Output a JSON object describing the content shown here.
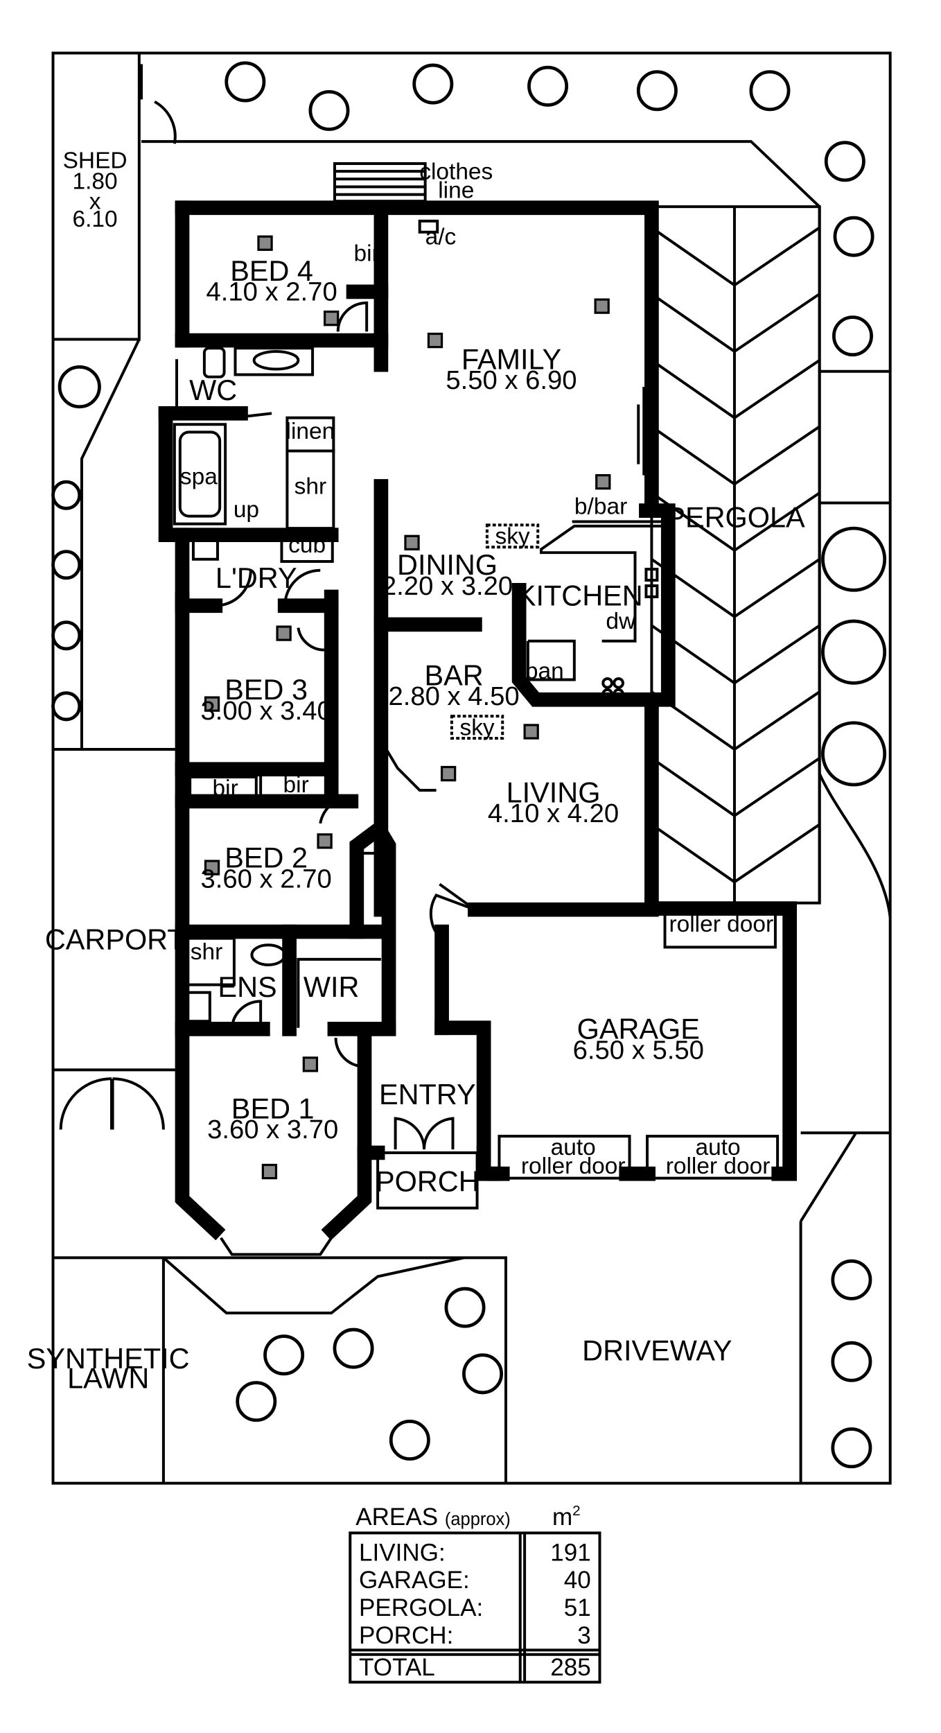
{
  "rooms": {
    "shed": {
      "name": "SHED",
      "dim_a": "1.80",
      "x": "x",
      "dim_b": "6.10"
    },
    "clothes_line": {
      "line1": "clothes",
      "line2": "line"
    },
    "ac": "a/c",
    "bed4": {
      "name": "BED 4",
      "dims": "4.10 x 2.70"
    },
    "bir": "bir",
    "family": {
      "name": "FAMILY",
      "dims": "5.50 x 6.90"
    },
    "wc": "WC",
    "linen": "linen",
    "spa": "spa",
    "up": "up",
    "shr": "shr",
    "cub": "cub",
    "bbar": "b/bar",
    "sky": "sky",
    "pergola": "PERGOLA",
    "dining": {
      "name": "DINING",
      "dims": "2.20 x 3.20"
    },
    "kitchen": "KITCHEN",
    "dw": "dw",
    "pan": "pan",
    "ldry": "L'DRY",
    "bed3": {
      "name": "BED 3",
      "dims": "3.00 x 3.40"
    },
    "bar": {
      "name": "BAR",
      "dims": "2.80 x 4.50"
    },
    "living": {
      "name": "LIVING",
      "dims": "4.10 x 4.20"
    },
    "bed2": {
      "name": "BED 2",
      "dims": "3.60 x 2.70"
    },
    "roller_door": "roller door",
    "carport": "CARPORT",
    "ens": "ENS",
    "wir": "WIR",
    "garage": {
      "name": "GARAGE",
      "dims": "6.50 x 5.50"
    },
    "entry": "ENTRY",
    "bed1": {
      "name": "BED 1",
      "dims": "3.60 x 3.70"
    },
    "auto_roller_1": {
      "line1": "auto",
      "line2": "roller door"
    },
    "auto_roller_2": {
      "line1": "auto",
      "line2": "roller door"
    },
    "porch": "PORCH",
    "synthetic_lawn": {
      "line1": "SYNTHETIC",
      "line2": "LAWN"
    },
    "driveway": "DRIVEWAY"
  },
  "areas": {
    "heading": "AREAS",
    "heading_note": "(approx)",
    "unit": "m",
    "unit_sup": "2",
    "rows": [
      {
        "label": "LIVING:",
        "value": "191"
      },
      {
        "label": "GARAGE:",
        "value": "40"
      },
      {
        "label": "PERGOLA:",
        "value": "51"
      },
      {
        "label": "PORCH:",
        "value": "3"
      }
    ],
    "total_label": "TOTAL",
    "total_value": "285"
  }
}
